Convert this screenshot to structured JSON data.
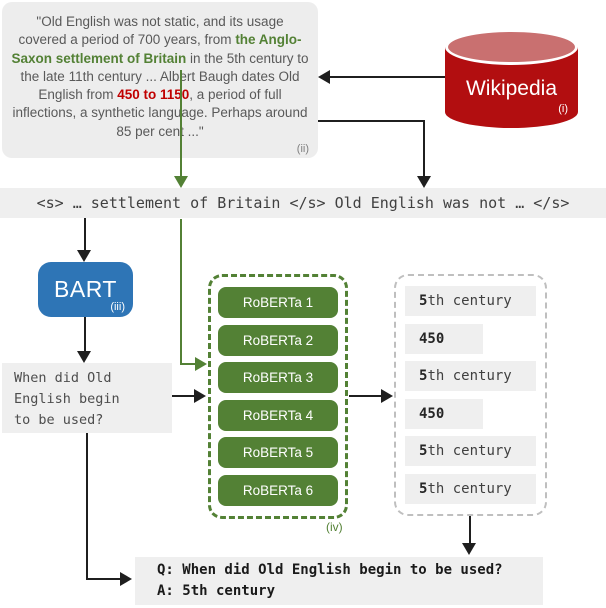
{
  "passage": {
    "text_prefix": "\"Old English was not static, and its usage covered a period of 700 years, from ",
    "highlight_answer": "the Anglo-Saxon settlement of Britain",
    "text_middle": " in the 5th century to the late 11th century ... Albert Baugh dates Old English from ",
    "highlight_dates": "450 to 1150",
    "text_suffix": ", a period of full inflections, a synthetic language. Perhaps around 85 per cent ...\"",
    "label": "(ii)"
  },
  "wikipedia": {
    "name": "Wikipedia",
    "label": "(i)"
  },
  "sequence": {
    "text": "<s> … settlement of Britain </s> Old English was not … </s>"
  },
  "bart": {
    "name": "BART",
    "label": "(iii)"
  },
  "question": {
    "lines": [
      "When did Old",
      "English begin",
      "to be used?"
    ]
  },
  "roberta": {
    "label": "(iv)",
    "models": [
      "RoBERTa 1",
      "RoBERTa 2",
      "RoBERTa 3",
      "RoBERTa 4",
      "RoBERTa 5",
      "RoBERTa 6"
    ]
  },
  "answers": {
    "items": [
      {
        "bold": "5",
        "rest": "th century"
      },
      {
        "bold": "450",
        "rest": ""
      },
      {
        "bold": "5",
        "rest": "th century"
      },
      {
        "bold": "450",
        "rest": ""
      },
      {
        "bold": "5",
        "rest": "th century"
      },
      {
        "bold": "5",
        "rest": "th century"
      }
    ]
  },
  "qa": {
    "question": "Q: When did Old English begin to be used?",
    "answer": "A: 5th century"
  },
  "colors": {
    "green": "#538135",
    "red": "#C00000",
    "wiki_red": "#B20E10",
    "wiki_top": "#C97070",
    "bart_blue": "#2E75B6",
    "chip_gray": "#EFEFEF",
    "ink": "#1F1F1F",
    "text_gray": "#595959",
    "mono_ink": "#404040"
  }
}
